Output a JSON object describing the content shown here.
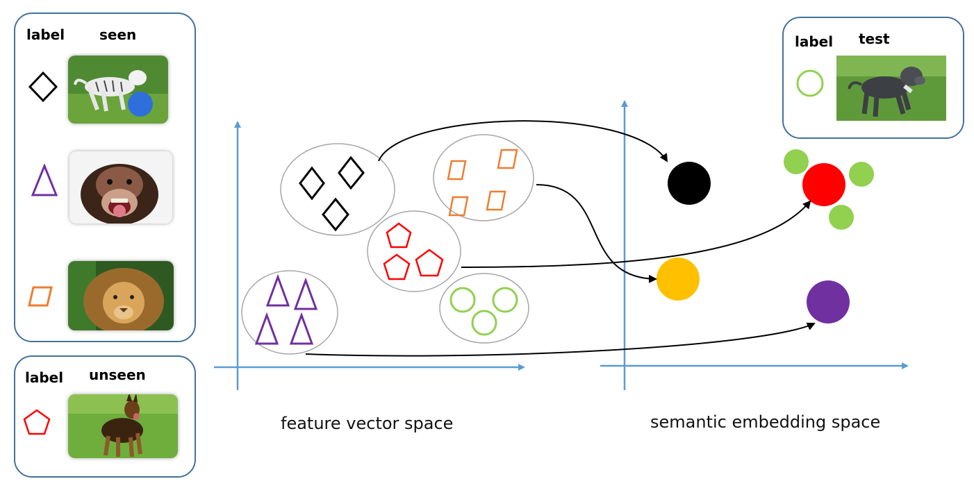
{
  "seen_panel": {
    "label_header": "label",
    "title": "seen",
    "classes": [
      {
        "symbol": "diamond-icon",
        "color": "#000000",
        "image": "white-tiger-image"
      },
      {
        "symbol": "triangle-icon",
        "color": "#7030a0",
        "image": "chimpanzee-image"
      },
      {
        "symbol": "parallelogram-icon",
        "color": "#ed7d31",
        "image": "lion-image"
      }
    ]
  },
  "unseen_panel": {
    "label_header": "label",
    "title": "unseen",
    "classes": [
      {
        "symbol": "pentagon-icon",
        "color": "#ff0000",
        "image": "german-shepherd-image"
      }
    ]
  },
  "test_panel": {
    "label_header": "label",
    "title": "test",
    "classes": [
      {
        "symbol": "circle-icon",
        "color": "#92d050",
        "image": "pit-bull-image"
      }
    ]
  },
  "feature_space": {
    "caption": "feature vector space"
  },
  "semantic_space": {
    "caption": "semantic embedding space"
  },
  "colors": {
    "axis": "#5b9bd5",
    "panel_border": "#41719c",
    "cluster_border": "#a6a6a6",
    "seen_diamond": "#000000",
    "seen_triangle": "#7030a0",
    "seen_parallelogram": "#ed7d31",
    "unseen_pentagon": "#ff0000",
    "test_circle": "#92d050",
    "semantic_yellow": "#ffc000"
  }
}
